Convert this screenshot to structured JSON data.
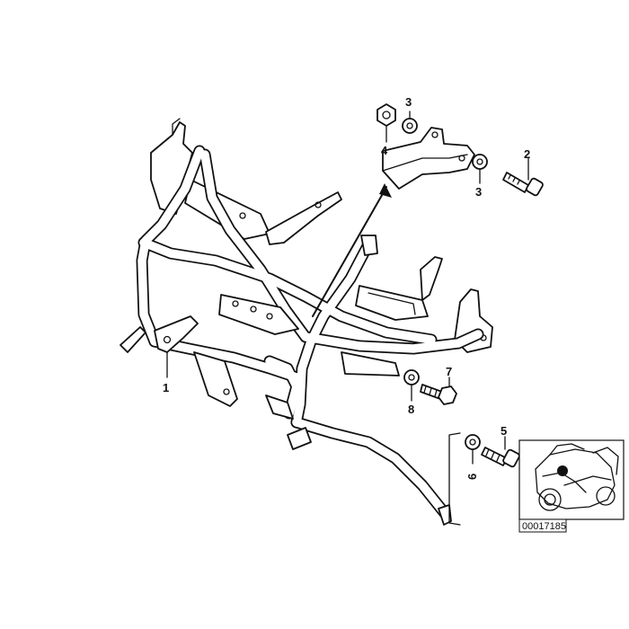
{
  "diagram": {
    "callouts": {
      "c1": "1",
      "c2": "2",
      "c3a": "3",
      "c3b": "3",
      "c4": "4",
      "c5": "5",
      "c6": "6",
      "c7": "7",
      "c8": "8"
    },
    "thumbnail": {
      "reference_number": "00017185",
      "icon": "motorcycle-icon"
    }
  }
}
